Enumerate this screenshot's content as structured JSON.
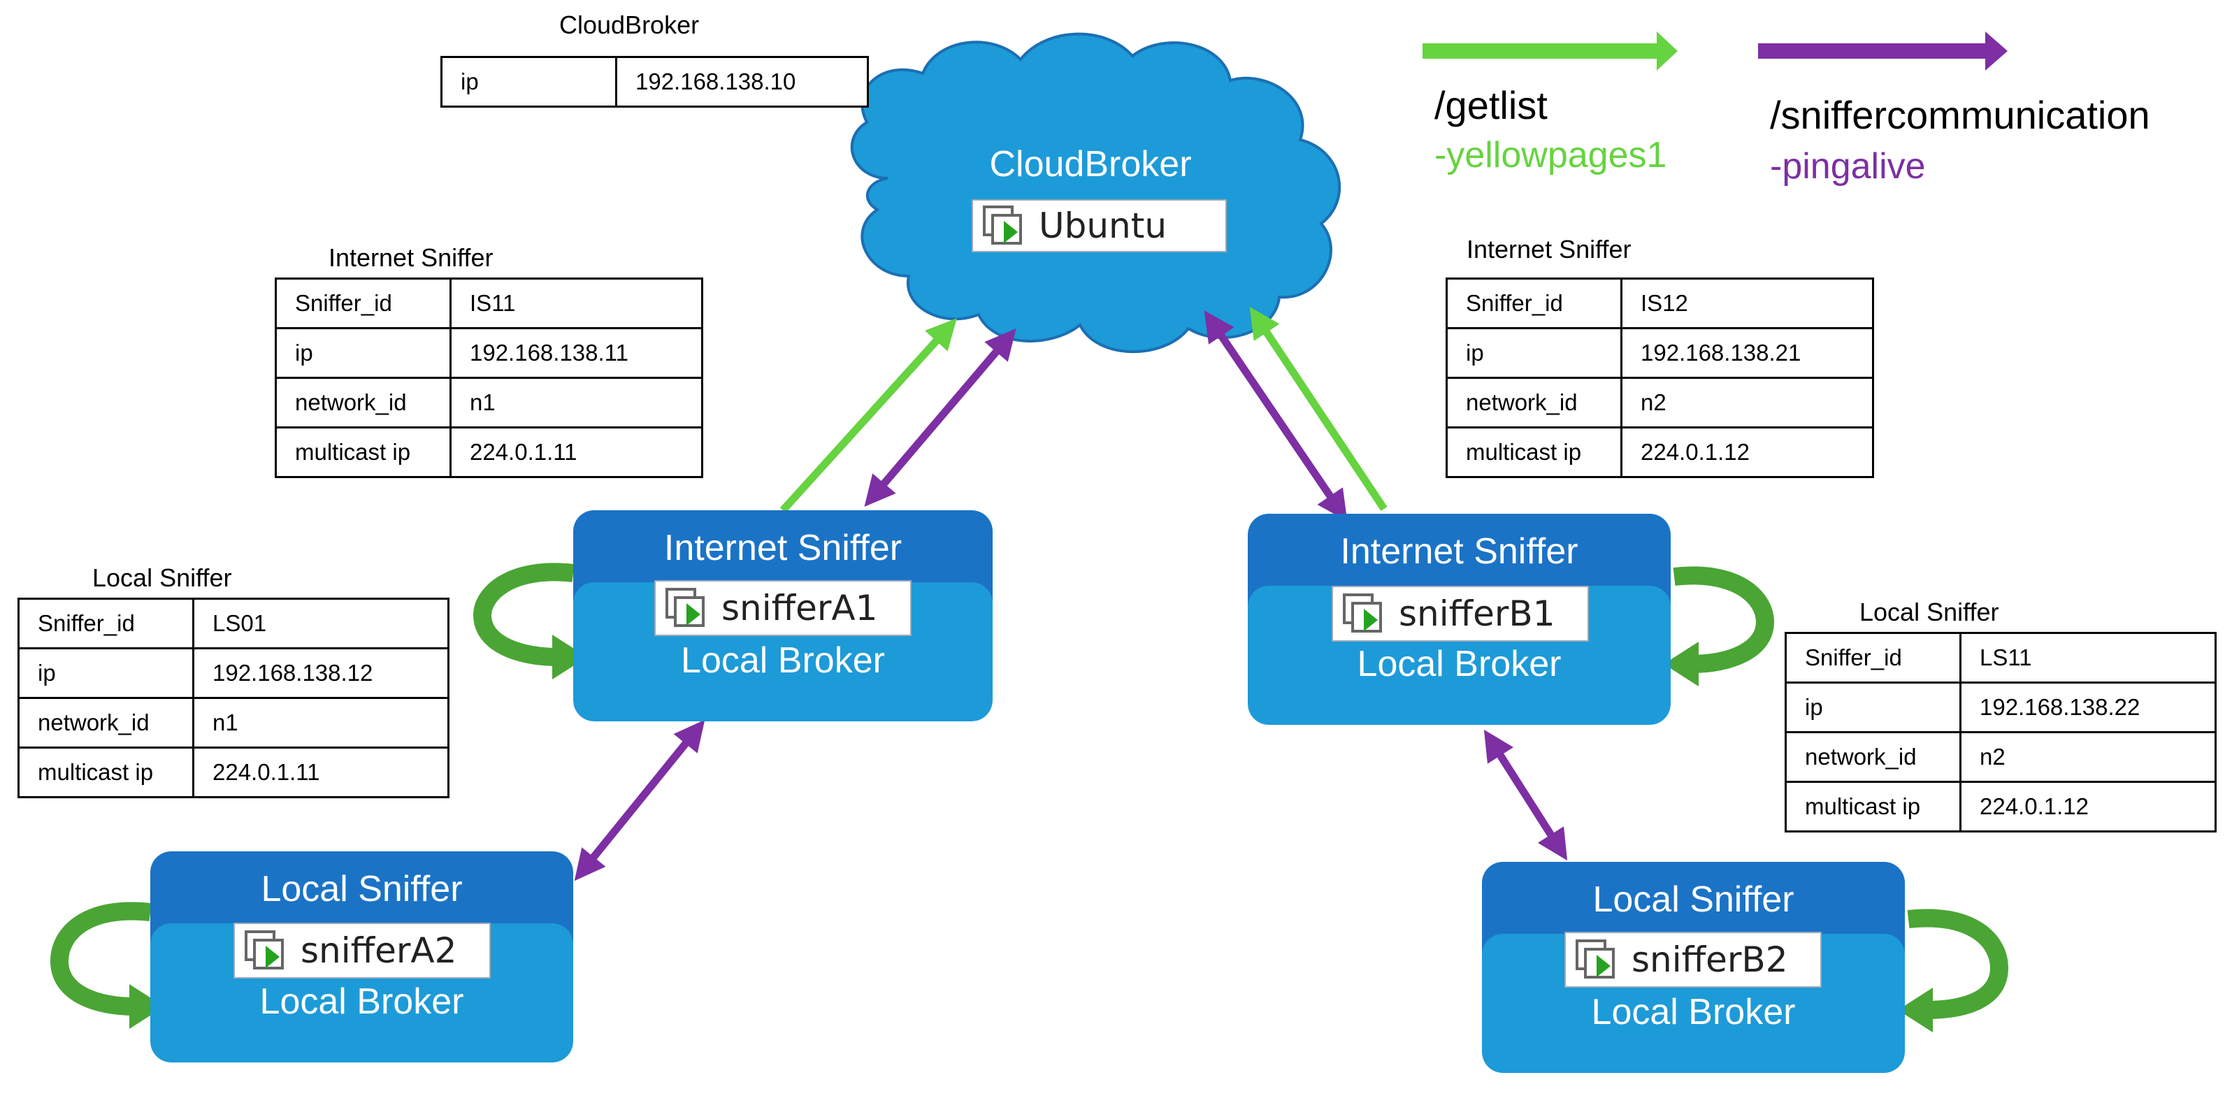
{
  "legend": {
    "green_color": "#66d340",
    "purple_color": "#7d2fa3",
    "getlist_label": "/getlist",
    "getlist_sub": "-yellowpages1",
    "sniffer_label": "/sniffercommunication",
    "sniffer_sub": "-pingalive"
  },
  "cloudbroker_table": {
    "title": "CloudBroker",
    "rows": [
      [
        "ip",
        "192.168.138.10"
      ]
    ]
  },
  "is11_table": {
    "title": "Internet Sniffer",
    "rows": [
      [
        "Sniffer_id",
        "IS11"
      ],
      [
        "ip",
        "192.168.138.11"
      ],
      [
        "network_id",
        "n1"
      ],
      [
        "multicast ip",
        "224.0.1.11"
      ]
    ]
  },
  "is12_table": {
    "title": "Internet Sniffer",
    "rows": [
      [
        "Sniffer_id",
        "IS12"
      ],
      [
        "ip",
        "192.168.138.21"
      ],
      [
        "network_id",
        "n2"
      ],
      [
        "multicast ip",
        "224.0.1.12"
      ]
    ]
  },
  "ls01_table": {
    "title": "Local Sniffer",
    "rows": [
      [
        "Sniffer_id",
        "LS01"
      ],
      [
        "ip",
        "192.168.138.12"
      ],
      [
        "network_id",
        "n1"
      ],
      [
        "multicast ip",
        "224.0.1.11"
      ]
    ]
  },
  "ls11_table": {
    "title": "Local Sniffer",
    "rows": [
      [
        "Sniffer_id",
        "LS11"
      ],
      [
        "ip",
        "192.168.138.22"
      ],
      [
        "network_id",
        "n2"
      ],
      [
        "multicast ip",
        "224.0.1.12"
      ]
    ]
  },
  "cloud": {
    "title": "CloudBroker",
    "vm": "Ubuntu",
    "color": "#1d9ad8"
  },
  "nodes": {
    "a1": {
      "title": "Internet Sniffer",
      "vm": "snifferA1",
      "sub": "Local Broker"
    },
    "b1": {
      "title": "Internet Sniffer",
      "vm": "snifferB1",
      "sub": "Local Broker"
    },
    "a2": {
      "title": "Local Sniffer",
      "vm": "snifferA2",
      "sub": "Local Broker"
    },
    "b2": {
      "title": "Local Sniffer",
      "vm": "snifferB2",
      "sub": "Local Broker"
    }
  },
  "icons": {
    "vm_icon": "vm-play-icon",
    "loop_icon": "loop-arrow-icon"
  }
}
